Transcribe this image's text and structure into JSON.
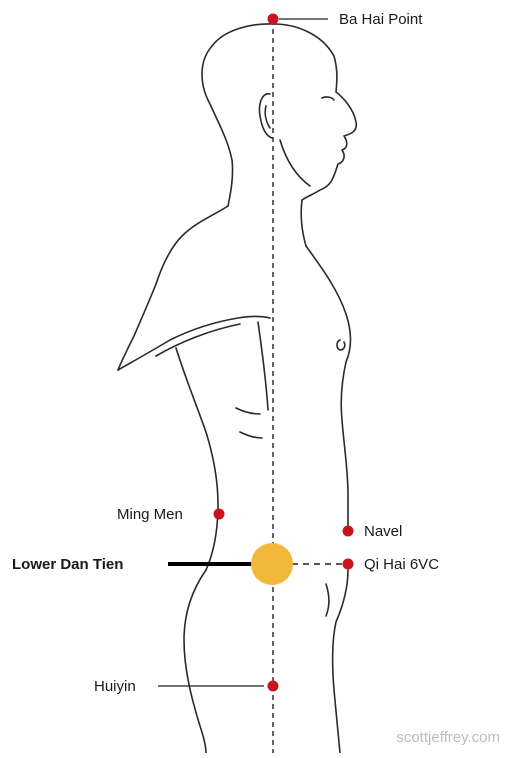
{
  "colors": {
    "point": "#c8151b",
    "dan_tien": "#f2b83a",
    "outline": "#2a2a2a",
    "axis": "#222222",
    "text": "#1a1a1a",
    "watermark": "#bdbdbd"
  },
  "labels": {
    "ba_hai": "Ba Hai Point",
    "ming_men": "Ming Men",
    "navel": "Navel",
    "lower_dan_tien": "Lower Dan Tien",
    "qi_hai": "Qi Hai 6VC",
    "huiyin": "Huiyin"
  },
  "watermark": "scottjeffrey.com",
  "icons": [
    "human-figure-profile-illustration"
  ]
}
